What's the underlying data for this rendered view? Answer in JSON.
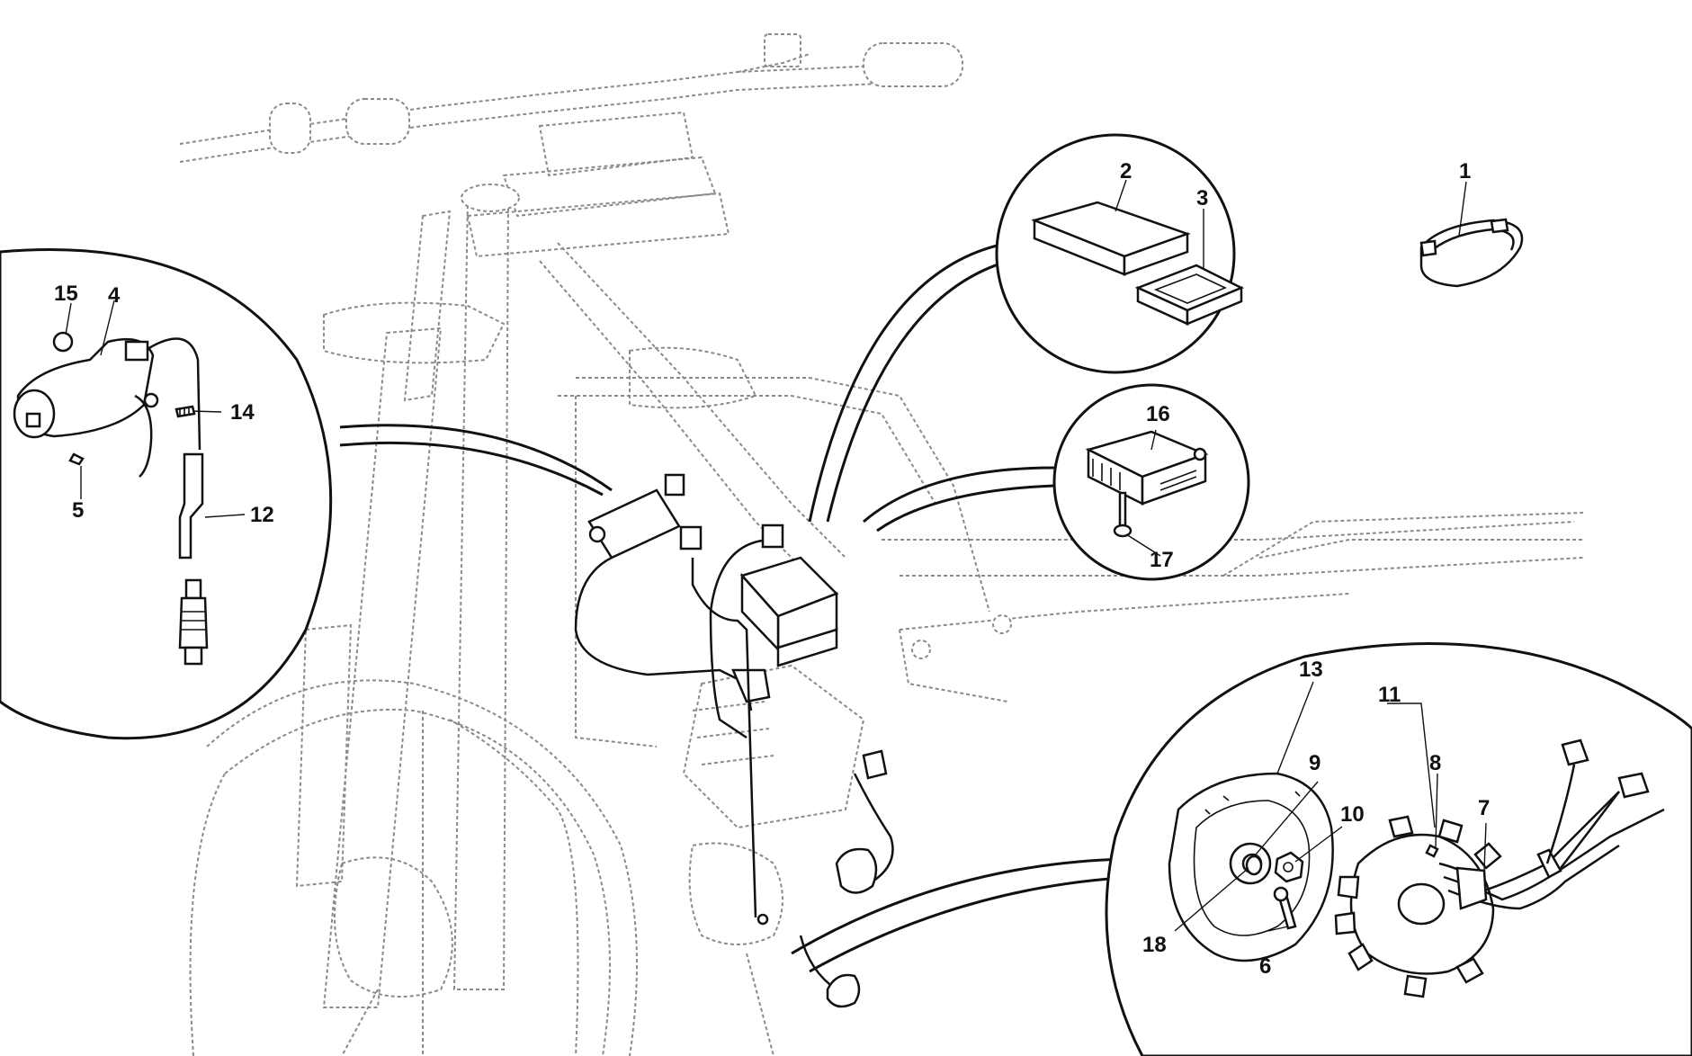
{
  "labels": {
    "p1": "1",
    "p2": "2",
    "p3": "3",
    "p4": "4",
    "p5": "5",
    "p6": "6",
    "p7": "7",
    "p8": "8",
    "p9": "9",
    "p10": "10",
    "p11": "11",
    "p12": "12",
    "p13": "13",
    "p14": "14",
    "p15": "15",
    "p16": "16",
    "p17": "17",
    "p18": "18"
  },
  "colors": {
    "ghost": "#8a8a8a",
    "ink": "#111111",
    "background": "#ffffff"
  }
}
